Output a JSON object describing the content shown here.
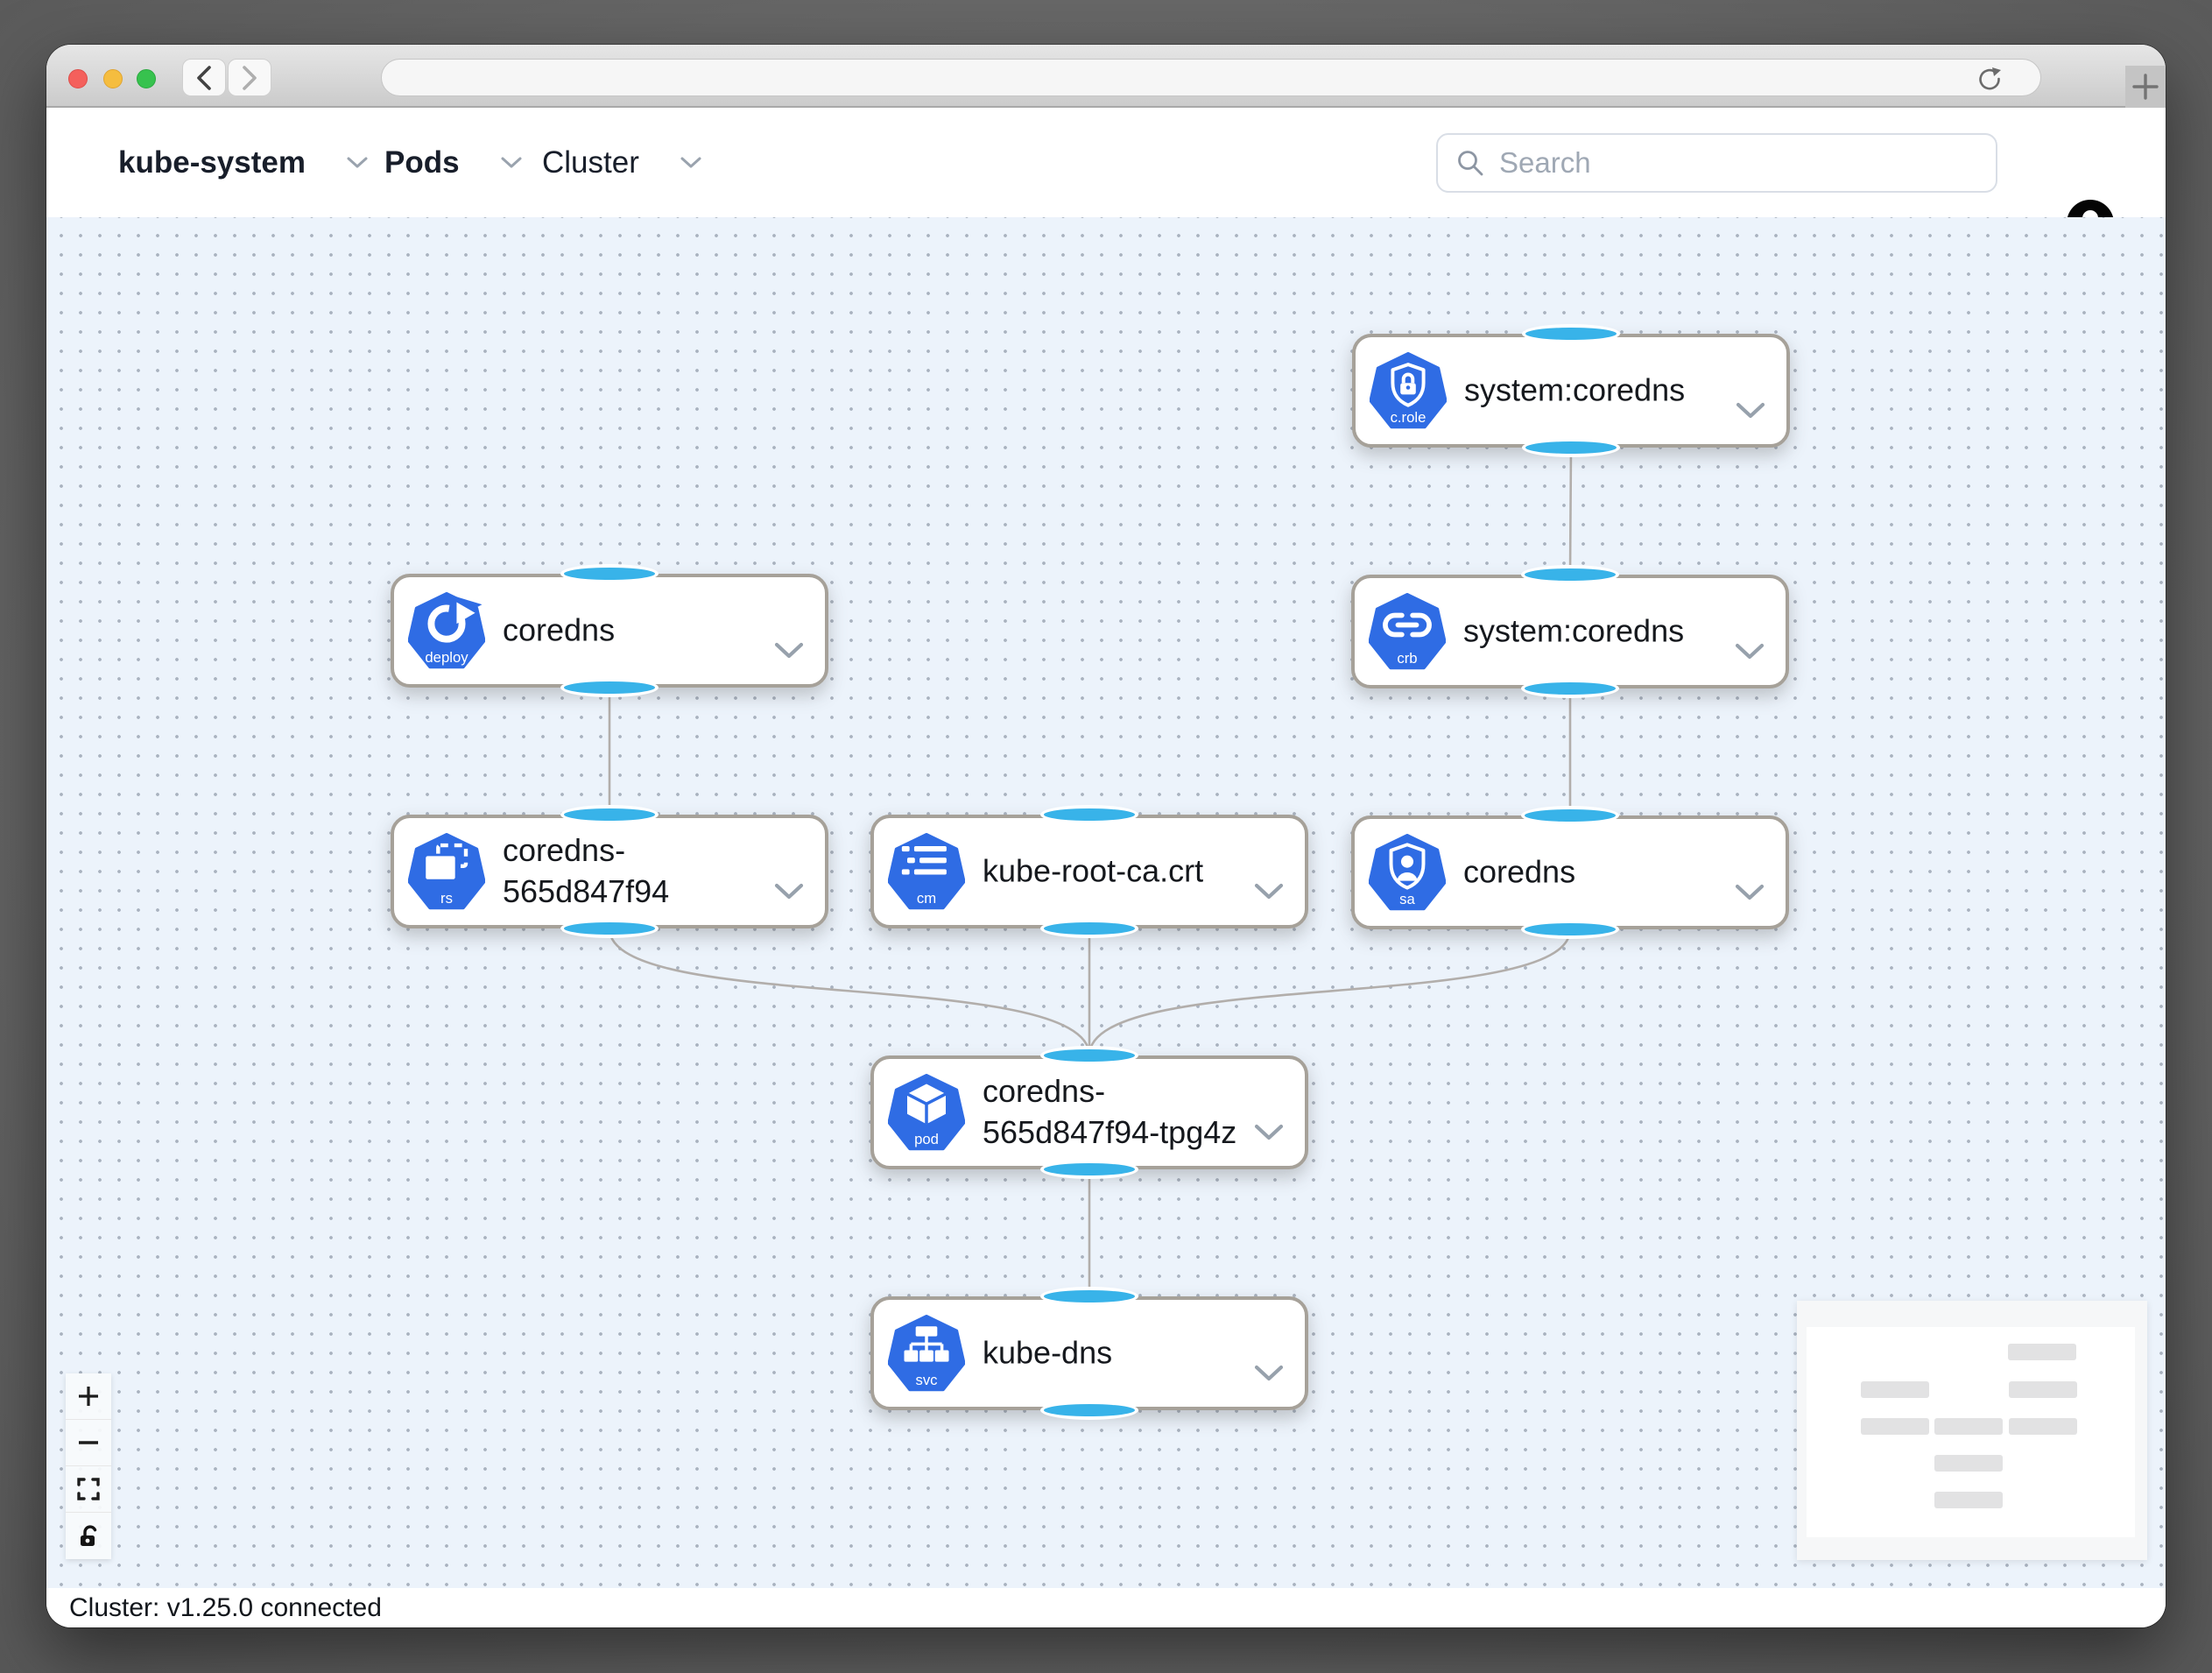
{
  "window": {
    "traffic_lights": [
      "close",
      "minimize",
      "zoom"
    ],
    "new_tab_label": "+",
    "url_value": ""
  },
  "toolbar": {
    "namespace_selector": "kube-system",
    "resource_selector": "Pods",
    "scope_selector": "Cluster",
    "search_placeholder": "Search"
  },
  "graph": {
    "nodes": [
      {
        "id": "clusterrole",
        "kind_badge": "c.role",
        "label": "system:coredns"
      },
      {
        "id": "deployment",
        "kind_badge": "deploy",
        "label": "coredns"
      },
      {
        "id": "clusterrolebinding",
        "kind_badge": "crb",
        "label": "system:coredns"
      },
      {
        "id": "replicaset",
        "kind_badge": "rs",
        "label": "coredns-565d847f94"
      },
      {
        "id": "configmap",
        "kind_badge": "cm",
        "label": "kube-root-ca.crt"
      },
      {
        "id": "serviceaccount",
        "kind_badge": "sa",
        "label": "coredns"
      },
      {
        "id": "pod",
        "kind_badge": "pod",
        "label": "coredns-565d847f94-tpg4z"
      },
      {
        "id": "service",
        "kind_badge": "svc",
        "label": "kube-dns"
      }
    ],
    "edges": [
      {
        "from": "clusterrole",
        "to": "clusterrolebinding"
      },
      {
        "from": "deployment",
        "to": "replicaset"
      },
      {
        "from": "clusterrolebinding",
        "to": "serviceaccount"
      },
      {
        "from": "replicaset",
        "to": "pod"
      },
      {
        "from": "configmap",
        "to": "pod"
      },
      {
        "from": "serviceaccount",
        "to": "pod"
      },
      {
        "from": "pod",
        "to": "service"
      }
    ]
  },
  "icons": {
    "window": [
      "back-icon",
      "forward-icon",
      "reload-icon",
      "new-tab-icon"
    ],
    "toolbar": [
      "chevron-down-icon",
      "search-icon",
      "user-avatar-icon"
    ],
    "zoom_controls": [
      "zoom-in-icon",
      "zoom-out-icon",
      "fit-view-icon",
      "unlock-icon"
    ],
    "node_kinds": {
      "c.role": "cluster-role-shield-lock-icon",
      "deploy": "deployment-circular-arrow-icon",
      "crb": "cluster-role-binding-link-icon",
      "rs": "replicaset-stacked-rects-icon",
      "cm": "configmap-list-icon",
      "sa": "service-account-shield-person-icon",
      "pod": "pod-cube-icon",
      "svc": "service-network-icon"
    }
  },
  "statusbar": {
    "text": "Cluster: v1.25.0 connected"
  },
  "colors": {
    "kubernetes_blue": "#2f6ce4",
    "port_blue": "#38b3e9",
    "canvas_bg": "#ecf3fb",
    "node_border": "#a6a199",
    "edge_gray": "#b2aeab",
    "traffic_red": "#f4605c",
    "traffic_yellow": "#f5bd3f",
    "traffic_green": "#37c24e"
  }
}
